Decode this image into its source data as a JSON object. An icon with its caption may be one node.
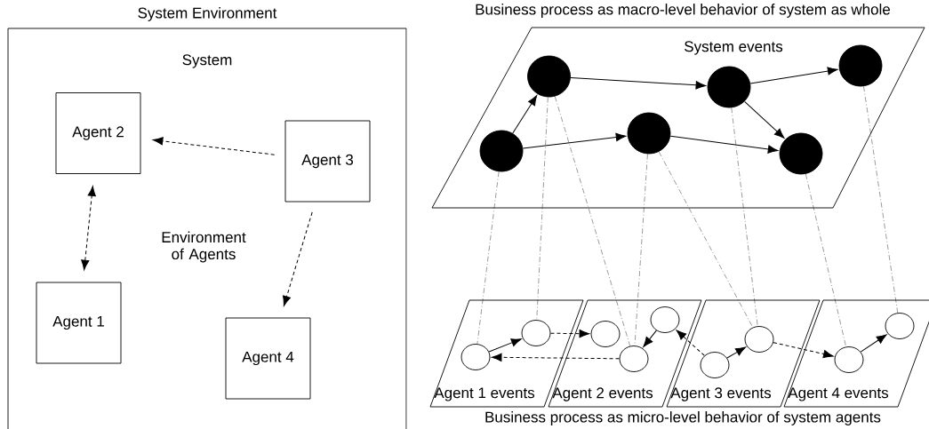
{
  "diagram": {
    "caption": "Business process as micro-level behavior of system agents",
    "nodes": [
      {
        "text": [
          "System Environment",
          "System",
          "Environment of Agents"
        ]
      },
      {
        "text": [
          "Agent 2"
        ],
        "in": 0
      },
      {
        "text": [
          "Agent 3"
        ],
        "in": 0
      },
      {
        "text": [
          "Agent 1"
        ],
        "in": 0
      },
      {
        "text": [
          "Agent 4"
        ],
        "in": 0
      },
      {
        "text": [
          "Business process as macro-level behavior of system as whole",
          "System events"
        ]
      },
      {
        "text": [],
        "shape": "circle",
        "in": 5
      },
      {
        "text": [],
        "shape": "circle",
        "in": 5
      },
      {
        "text": [],
        "shape": "circle",
        "in": 5
      },
      {
        "text": [],
        "shape": "circle",
        "in": 5
      },
      {
        "text": [],
        "shape": "circle",
        "in": 5
      },
      {
        "text": [],
        "shape": "circle",
        "in": 5
      },
      {
        "text": [
          "Agent 1 events"
        ]
      },
      {
        "text": [
          "Agent 2 events"
        ]
      },
      {
        "text": [
          "Agent 3 events"
        ]
      },
      {
        "text": [
          "Agent 4 events"
        ]
      },
      {
        "text": [],
        "shape": "circle",
        "in": 12
      },
      {
        "text": [],
        "shape": "circle",
        "in": 12
      },
      {
        "text": [],
        "shape": "circle",
        "in": 13
      },
      {
        "text": [],
        "shape": "circle",
        "in": 13
      },
      {
        "text": [],
        "shape": "circle",
        "in": 13
      },
      {
        "text": [],
        "shape": "circle",
        "in": 14
      },
      {
        "text": [],
        "shape": "circle",
        "in": 14
      },
      {
        "text": [],
        "shape": "circle",
        "in": 15
      },
      {
        "text": [],
        "shape": "circle",
        "in": 15
      }
    ],
    "edges": [
      {
        "from": 2,
        "to": 1,
        "arrow": "to",
        "style": "dashed"
      },
      {
        "from": 3,
        "to": 1,
        "arrow": "both",
        "style": "dashed"
      },
      {
        "from": 2,
        "to": 4,
        "arrow": "to",
        "style": "dashed"
      },
      {
        "from": 6,
        "to": 7,
        "arrow": "to"
      },
      {
        "from": 6,
        "to": 8,
        "arrow": "to"
      },
      {
        "from": 7,
        "to": 9,
        "arrow": "to"
      },
      {
        "from": 9,
        "to": 11,
        "arrow": "to"
      },
      {
        "from": 9,
        "to": 10,
        "arrow": "to"
      },
      {
        "from": 8,
        "to": 10,
        "arrow": "to"
      },
      {
        "from": 16,
        "to": 17,
        "arrow": "to"
      },
      {
        "from": 17,
        "to": 18,
        "arrow": "to",
        "style": "dashed"
      },
      {
        "from": 20,
        "to": 16,
        "arrow": "to",
        "style": "dashed"
      },
      {
        "from": 19,
        "to": 20,
        "arrow": "to"
      },
      {
        "from": 21,
        "to": 19,
        "arrow": "to",
        "style": "dashed"
      },
      {
        "from": 21,
        "to": 22,
        "arrow": "to"
      },
      {
        "from": 22,
        "to": 23,
        "arrow": "to",
        "style": "dashed"
      },
      {
        "from": 23,
        "to": 24,
        "arrow": "to"
      },
      {
        "from": 6,
        "to": 16,
        "arrow": "none",
        "style": "dashed"
      },
      {
        "from": 7,
        "to": 17,
        "arrow": "none",
        "style": "dashed"
      },
      {
        "from": 7,
        "to": 20,
        "arrow": "none",
        "style": "dashed"
      },
      {
        "from": 8,
        "to": 20,
        "arrow": "none",
        "style": "dashed"
      },
      {
        "from": 8,
        "to": 22,
        "arrow": "none",
        "style": "dashed"
      },
      {
        "from": 9,
        "to": 22,
        "arrow": "none",
        "style": "dashed"
      },
      {
        "from": 10,
        "to": 23,
        "arrow": "none",
        "style": "dashed"
      },
      {
        "from": 11,
        "to": 24,
        "arrow": "none",
        "style": "dashed"
      }
    ]
  }
}
